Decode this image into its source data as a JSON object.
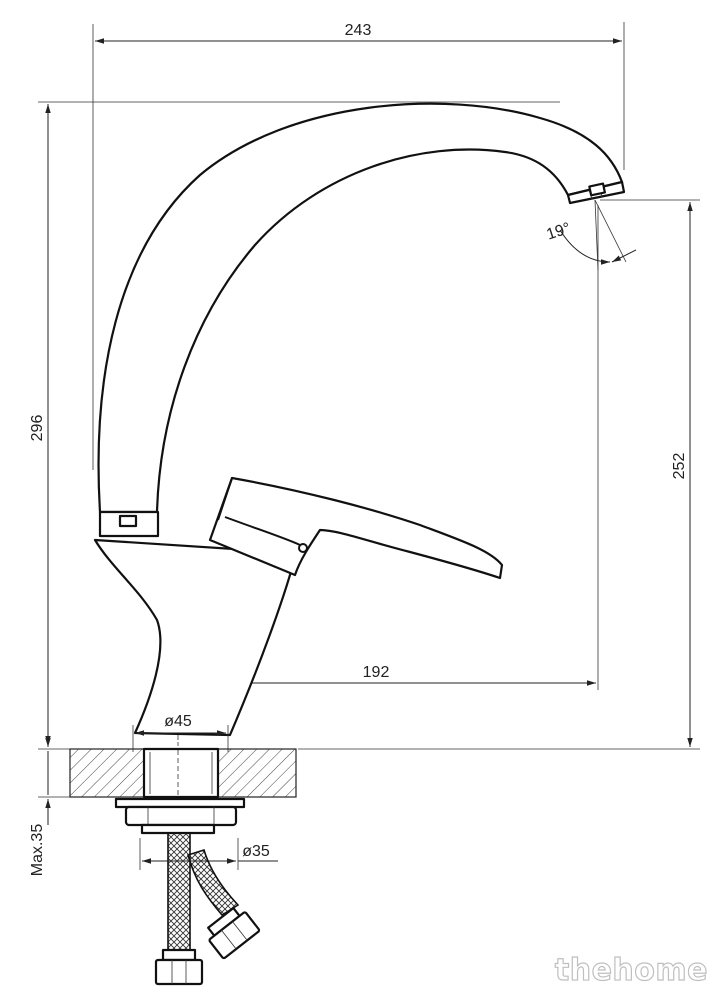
{
  "dimensions": {
    "overall_width": "243",
    "overall_height": "296",
    "outlet_height": "252",
    "spout_reach": "192",
    "base_diameter": "ø45",
    "hose_diameter": "ø35",
    "max_countertop": "Max.35",
    "swivel_angle": "19°"
  },
  "watermark": "thehome"
}
